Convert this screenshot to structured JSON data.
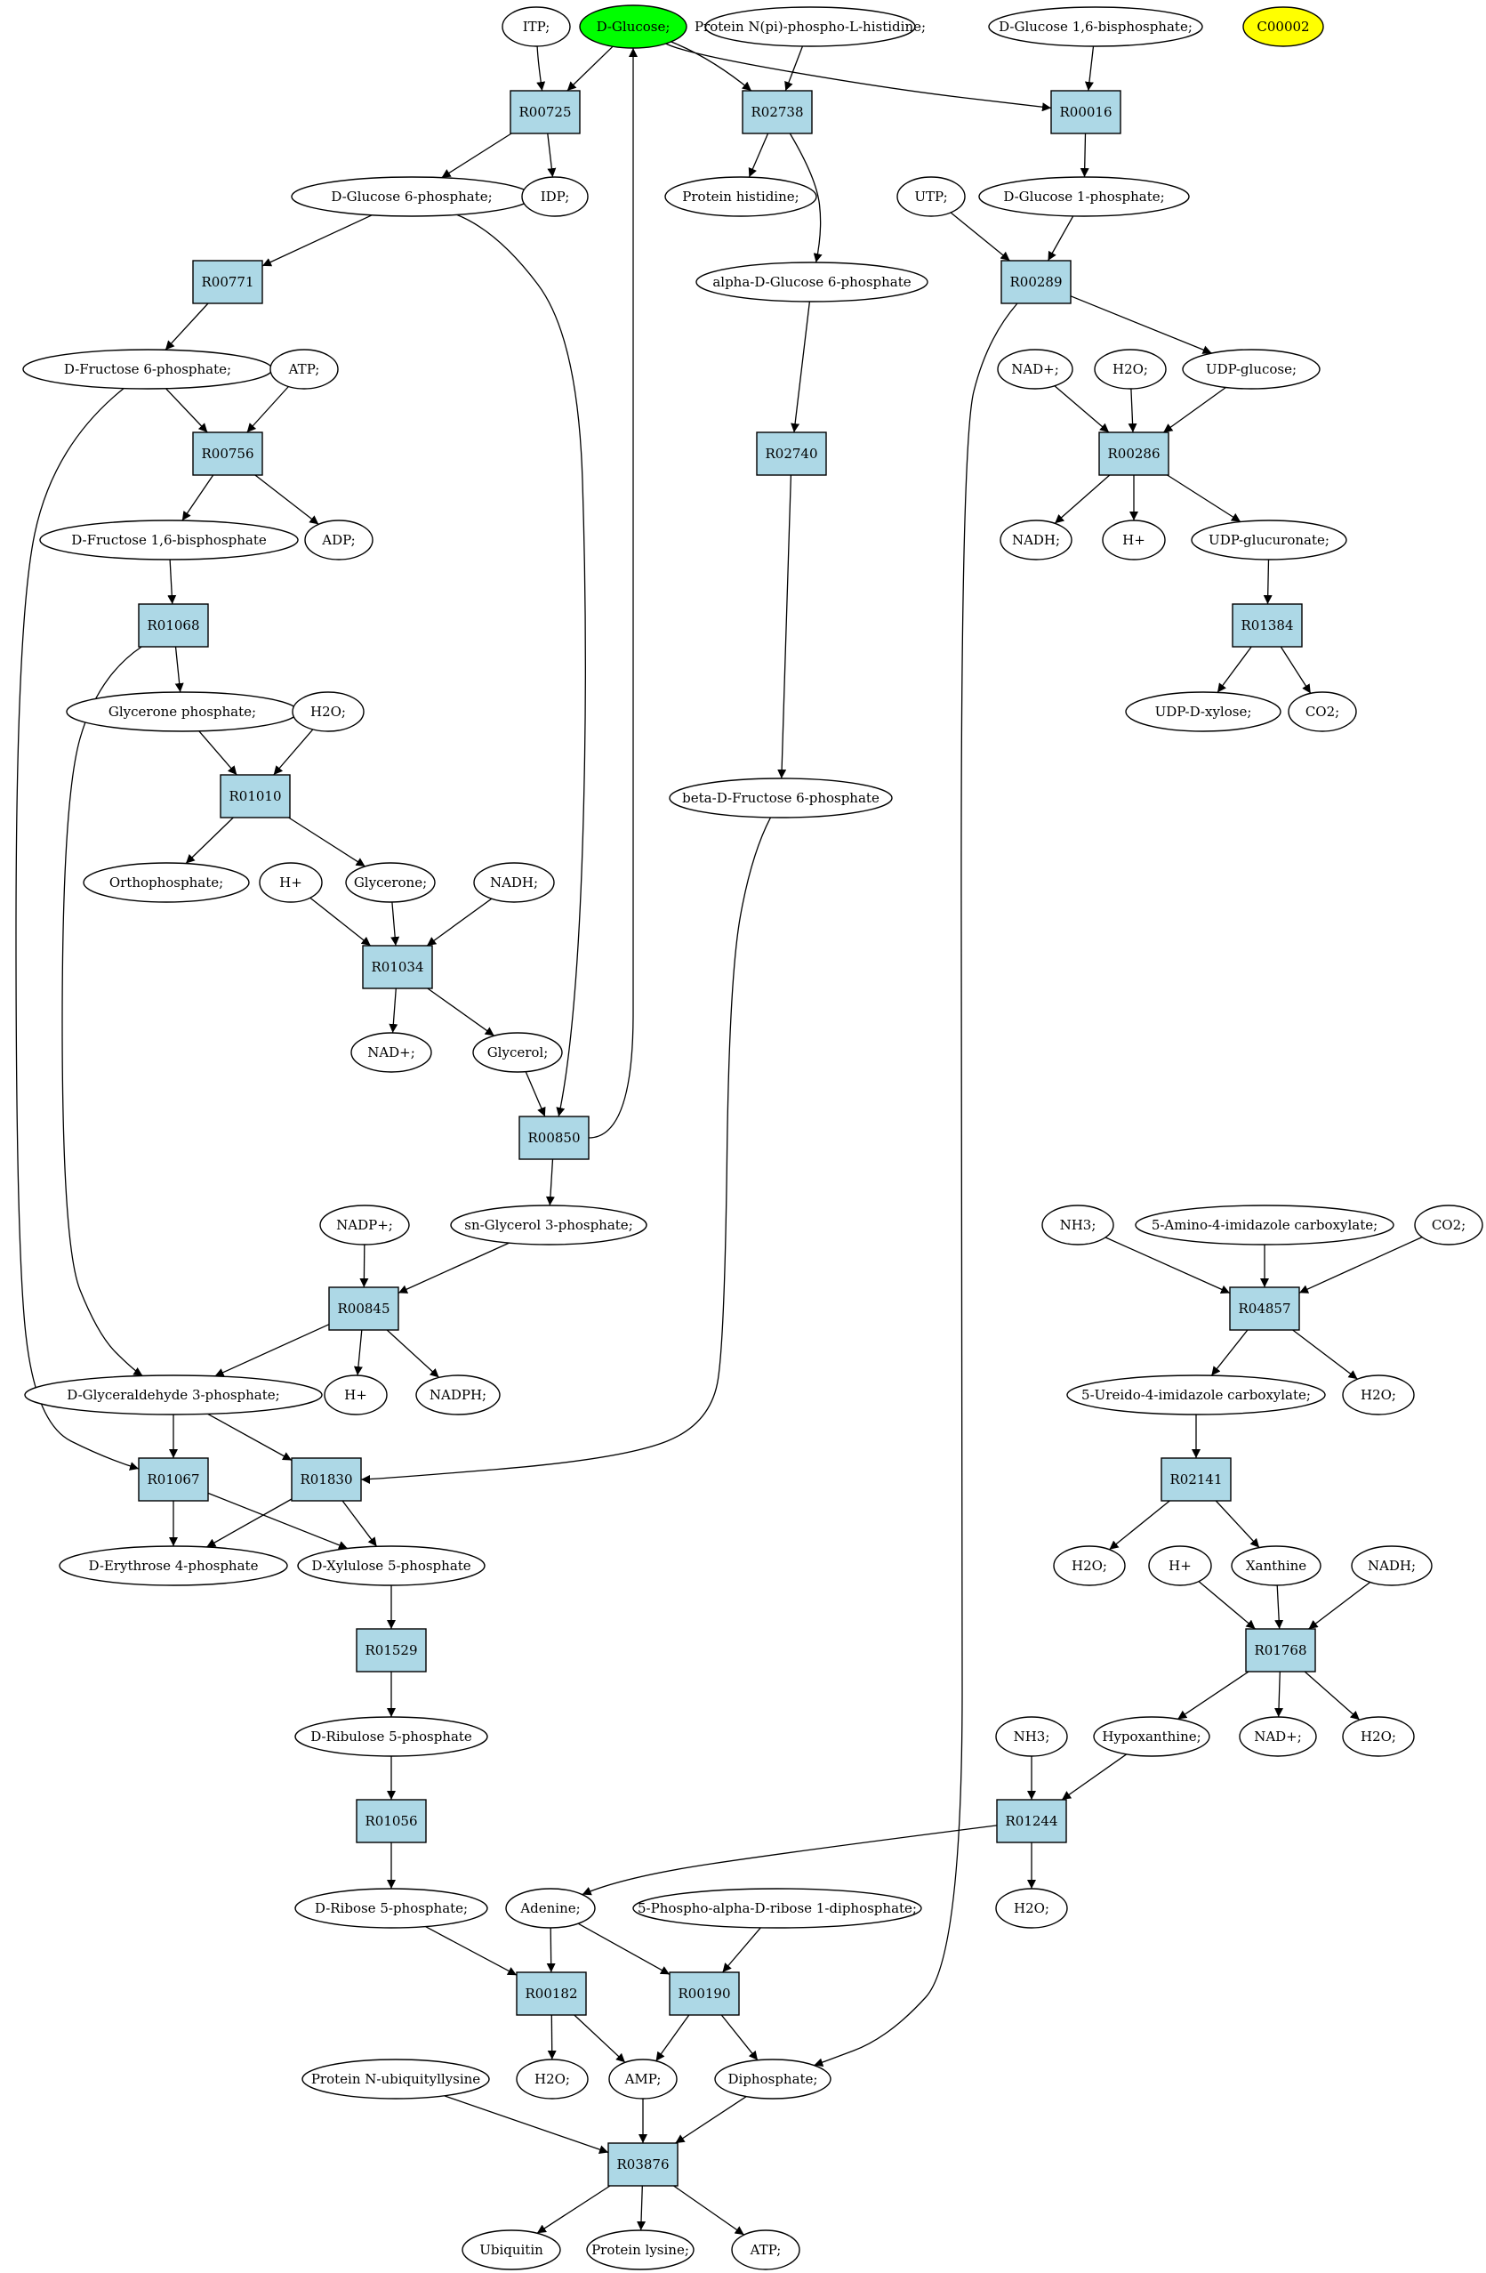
{
  "colors": {
    "reaction_fill": "#add8e6",
    "compound_fill": "#ffffff",
    "source_fill": "#00ff00",
    "marker_fill": "#ffff00",
    "edge": "#000000"
  },
  "compounds": {
    "itp": "ITP;",
    "glc": "D-Glucose;",
    "pnph": "Protein N(pi)-phospho-L-histidine;",
    "g16bp": "D-Glucose 1,6-bisphosphate;",
    "c00002": "C00002",
    "g6p": "D-Glucose 6-phosphate;",
    "idp": "IDP;",
    "phis": "Protein histidine;",
    "g1p": "D-Glucose 1-phosphate;",
    "utp": "UTP;",
    "ag6p": "alpha-D-Glucose 6-phosphate",
    "f6p": "D-Fructose 6-phosphate;",
    "atp1": "ATP;",
    "nadp286": "NAD+;",
    "h2o286": "H2O;",
    "udpg": "UDP-glucose;",
    "fbp": "D-Fructose 1,6-bisphosphate",
    "adp": "ADP;",
    "nadh286": "NADH;",
    "h286": "H+",
    "udpgluc": "UDP-glucuronate;",
    "glycp": "Glycerone phosphate;",
    "h2o1010": "H2O;",
    "udpxyl": "UDP-D-xylose;",
    "co2a": "CO2;",
    "bf6p": "beta-D-Fructose 6-phosphate",
    "ortho": "Orthophosphate;",
    "h1034": "H+",
    "glycerone": "Glycerone;",
    "nadh1034": "NADH;",
    "nad1034": "NAD+;",
    "glycerol": "Glycerol;",
    "nadpplus": "NADP+;",
    "sng3p": "sn-Glycerol 3-phosphate;",
    "nh3a": "NH3;",
    "aic": "5-Amino-4-imidazole carboxylate;",
    "co2b": "CO2;",
    "gap": "D-Glyceraldehyde 3-phosphate;",
    "h845": "H+",
    "nadph": "NADPH;",
    "uic": "5-Ureido-4-imidazole carboxylate;",
    "h2o4857": "H2O;",
    "e4p": "D-Erythrose 4-phosphate",
    "x5p": "D-Xylulose 5-phosphate",
    "h2o2141": "H2O;",
    "h1768": "H+",
    "xan": "Xanthine",
    "nadh1768": "NADH;",
    "ru5p": "D-Ribulose 5-phosphate",
    "nh3b": "NH3;",
    "hyp": "Hypoxanthine;",
    "nad1768": "NAD+;",
    "h2o1768": "H2O;",
    "r5p": "D-Ribose 5-phosphate;",
    "ade": "Adenine;",
    "prpp": "5-Phospho-alpha-D-ribose 1-diphosphate;",
    "h2o1244": "H2O;",
    "pnub": "Protein N-ubiquityllysine",
    "h2o182": "H2O;",
    "amp": "AMP;",
    "ppi": "Diphosphate;",
    "ub": "Ubiquitin",
    "plys": "Protein lysine;",
    "atp2": "ATP;"
  },
  "reactions": {
    "R00725": "R00725",
    "R02738": "R02738",
    "R00016": "R00016",
    "R00771": "R00771",
    "R00289": "R00289",
    "R00756": "R00756",
    "R02740": "R02740",
    "R00286": "R00286",
    "R01068": "R01068",
    "R01384": "R01384",
    "R01010": "R01010",
    "R01034": "R01034",
    "R00850": "R00850",
    "R00845": "R00845",
    "R04857": "R04857",
    "R01067": "R01067",
    "R01830": "R01830",
    "R02141": "R02141",
    "R01529": "R01529",
    "R01768": "R01768",
    "R01056": "R01056",
    "R01244": "R01244",
    "R00182": "R00182",
    "R00190": "R00190",
    "R03876": "R03876"
  },
  "edges": [
    [
      "itp",
      "R00725"
    ],
    [
      "glc",
      "R00725"
    ],
    [
      "R00725",
      "g6p"
    ],
    [
      "R00725",
      "idp"
    ],
    [
      "glc",
      "R02738"
    ],
    [
      "pnph",
      "R02738"
    ],
    [
      "R02738",
      "phis"
    ],
    [
      "R02738",
      "ag6p"
    ],
    [
      "glc",
      "R00016"
    ],
    [
      "g16bp",
      "R00016"
    ],
    [
      "R00016",
      "g1p"
    ],
    [
      "g6p",
      "R00771"
    ],
    [
      "R00771",
      "f6p"
    ],
    [
      "utp",
      "R00289"
    ],
    [
      "g1p",
      "R00289"
    ],
    [
      "R00289",
      "udpg"
    ],
    [
      "R00289",
      "ppi"
    ],
    [
      "f6p",
      "R00756"
    ],
    [
      "atp1",
      "R00756"
    ],
    [
      "R00756",
      "fbp"
    ],
    [
      "R00756",
      "adp"
    ],
    [
      "ag6p",
      "R02740"
    ],
    [
      "R02740",
      "bf6p"
    ],
    [
      "nadp286",
      "R00286"
    ],
    [
      "h2o286",
      "R00286"
    ],
    [
      "udpg",
      "R00286"
    ],
    [
      "R00286",
      "nadh286"
    ],
    [
      "R00286",
      "h286"
    ],
    [
      "R00286",
      "udpgluc"
    ],
    [
      "fbp",
      "R01068"
    ],
    [
      "R01068",
      "glycp"
    ],
    [
      "R01068",
      "gap"
    ],
    [
      "udpgluc",
      "R01384"
    ],
    [
      "R01384",
      "udpxyl"
    ],
    [
      "R01384",
      "co2a"
    ],
    [
      "glycp",
      "R01010"
    ],
    [
      "h2o1010",
      "R01010"
    ],
    [
      "R01010",
      "ortho"
    ],
    [
      "R01010",
      "glycerone"
    ],
    [
      "h1034",
      "R01034"
    ],
    [
      "glycerone",
      "R01034"
    ],
    [
      "nadh1034",
      "R01034"
    ],
    [
      "R01034",
      "nad1034"
    ],
    [
      "R01034",
      "glycerol"
    ],
    [
      "glycerol",
      "R00850"
    ],
    [
      "g6p",
      "R00850"
    ],
    [
      "R00850",
      "glc"
    ],
    [
      "R00850",
      "sng3p"
    ],
    [
      "nadpplus",
      "R00845"
    ],
    [
      "sng3p",
      "R00845"
    ],
    [
      "R00845",
      "gap"
    ],
    [
      "R00845",
      "h845"
    ],
    [
      "R00845",
      "nadph"
    ],
    [
      "nh3a",
      "R04857"
    ],
    [
      "aic",
      "R04857"
    ],
    [
      "co2b",
      "R04857"
    ],
    [
      "R04857",
      "uic"
    ],
    [
      "R04857",
      "h2o4857"
    ],
    [
      "f6p",
      "R01067"
    ],
    [
      "gap",
      "R01067"
    ],
    [
      "R01067",
      "e4p"
    ],
    [
      "R01067",
      "x5p"
    ],
    [
      "gap",
      "R01830"
    ],
    [
      "bf6p",
      "R01830"
    ],
    [
      "R01830",
      "e4p"
    ],
    [
      "R01830",
      "x5p"
    ],
    [
      "uic",
      "R02141"
    ],
    [
      "R02141",
      "h2o2141"
    ],
    [
      "R02141",
      "xan"
    ],
    [
      "x5p",
      "R01529"
    ],
    [
      "R01529",
      "ru5p"
    ],
    [
      "h1768",
      "R01768"
    ],
    [
      "xan",
      "R01768"
    ],
    [
      "nadh1768",
      "R01768"
    ],
    [
      "R01768",
      "hyp"
    ],
    [
      "R01768",
      "nad1768"
    ],
    [
      "R01768",
      "h2o1768"
    ],
    [
      "ru5p",
      "R01056"
    ],
    [
      "R01056",
      "r5p"
    ],
    [
      "nh3b",
      "R01244"
    ],
    [
      "hyp",
      "R01244"
    ],
    [
      "R01244",
      "ade"
    ],
    [
      "R01244",
      "h2o1244"
    ],
    [
      "r5p",
      "R00182"
    ],
    [
      "ade",
      "R00182"
    ],
    [
      "R00182",
      "h2o182"
    ],
    [
      "R00182",
      "amp"
    ],
    [
      "ade",
      "R00190"
    ],
    [
      "prpp",
      "R00190"
    ],
    [
      "R00190",
      "amp"
    ],
    [
      "R00190",
      "ppi"
    ],
    [
      "pnub",
      "R03876"
    ],
    [
      "amp",
      "R03876"
    ],
    [
      "ppi",
      "R03876"
    ],
    [
      "R03876",
      "ub"
    ],
    [
      "R03876",
      "plys"
    ],
    [
      "R03876",
      "atp2"
    ]
  ]
}
